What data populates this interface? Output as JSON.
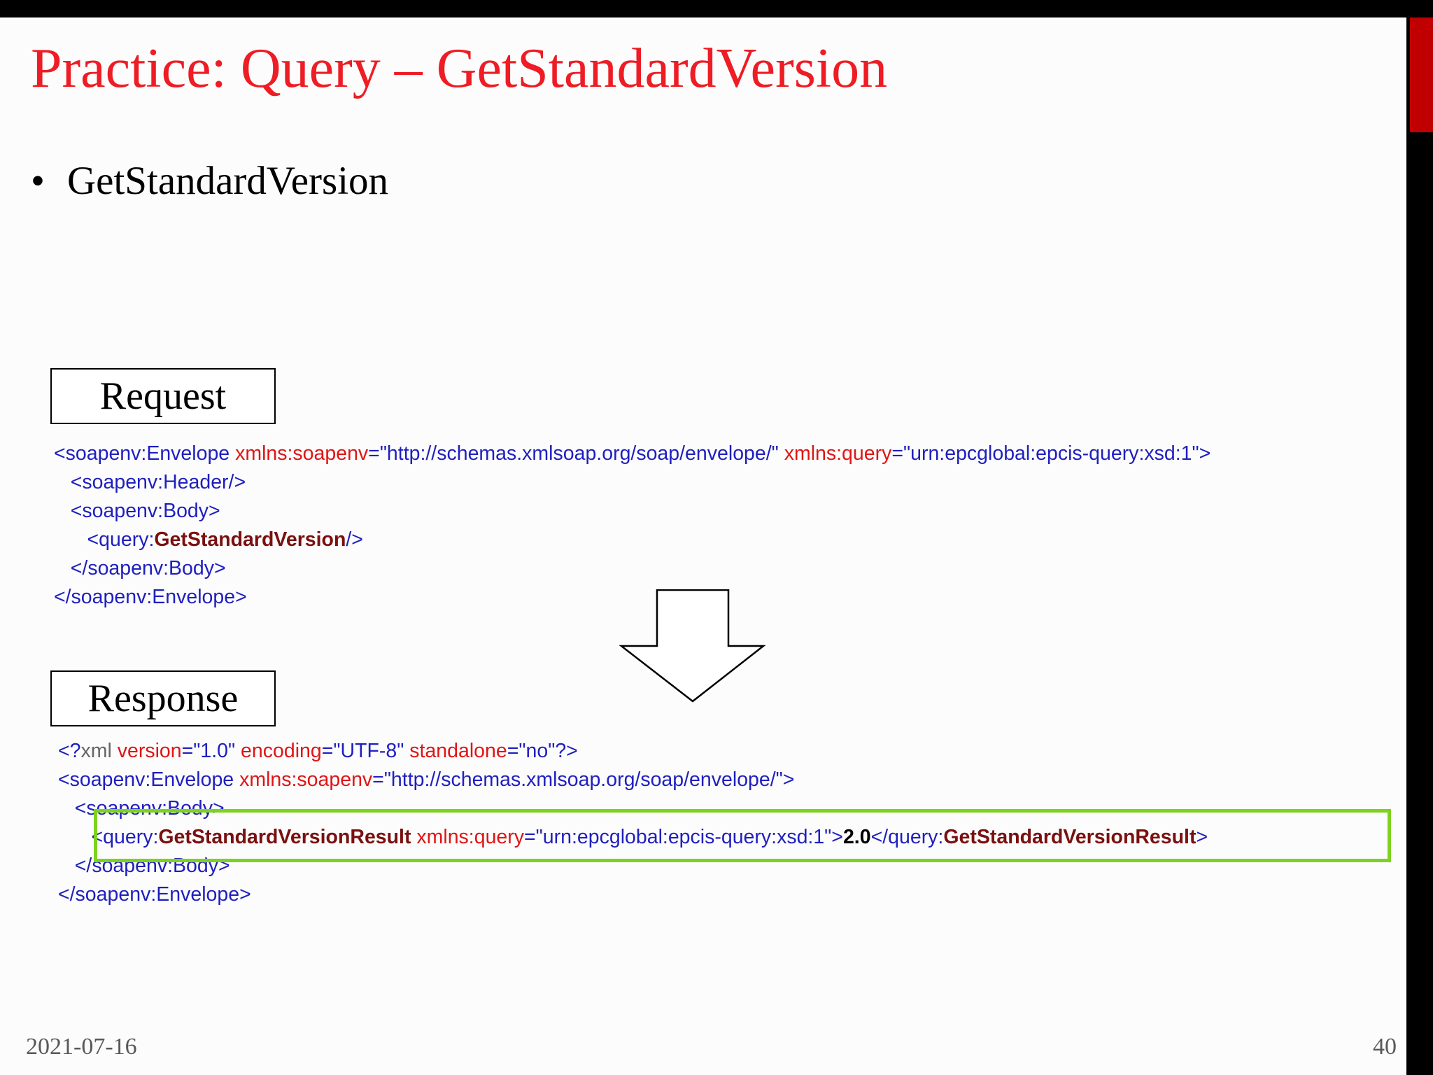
{
  "slide": {
    "title": "Practice: Query – GetStandardVersion",
    "bullet": "GetStandardVersion",
    "request_label": "Request",
    "response_label": "Response",
    "date": "2021-07-16",
    "page_number": "40"
  },
  "request_code": [
    [
      {
        "t": "<soapenv:Envelope ",
        "c": "b"
      },
      {
        "t": "xmlns:soapenv",
        "c": "r"
      },
      {
        "t": "=\"http://schemas.xmlsoap.org/soap/envelope/\" ",
        "c": "b"
      },
      {
        "t": "xmlns:query",
        "c": "r"
      },
      {
        "t": "=\"urn:epcglobal:epcis-query:xsd:1\">",
        "c": "b"
      }
    ],
    [
      {
        "t": "   <soapenv:Header/>",
        "c": "b"
      }
    ],
    [
      {
        "t": "   <soapenv:Body>",
        "c": "b"
      }
    ],
    [
      {
        "t": "      <query:",
        "c": "b"
      },
      {
        "t": "GetStandardVersion",
        "c": "m"
      },
      {
        "t": "/>",
        "c": "b"
      }
    ],
    [
      {
        "t": "   </soapenv:Body>",
        "c": "b"
      }
    ],
    [
      {
        "t": "</soapenv:Envelope>",
        "c": "b"
      }
    ]
  ],
  "response_code": [
    [
      {
        "t": "<?",
        "c": "b"
      },
      {
        "t": "xml ",
        "c": "g"
      },
      {
        "t": "version",
        "c": "r"
      },
      {
        "t": "=\"1.0\" ",
        "c": "b"
      },
      {
        "t": "encoding",
        "c": "r"
      },
      {
        "t": "=\"UTF-8\" ",
        "c": "b"
      },
      {
        "t": "standalone",
        "c": "r"
      },
      {
        "t": "=\"no\"?>",
        "c": "b"
      }
    ],
    [
      {
        "t": "<soapenv:Envelope ",
        "c": "b"
      },
      {
        "t": "xmlns:soapenv",
        "c": "r"
      },
      {
        "t": "=\"http://schemas.xmlsoap.org/soap/envelope/\">",
        "c": "b"
      }
    ],
    [
      {
        "t": "   <soapenv:Body>",
        "c": "b"
      }
    ],
    [
      {
        "t": "      <query:",
        "c": "b"
      },
      {
        "t": "GetStandardVersionResult",
        "c": "m"
      },
      {
        "t": " xmlns:query",
        "c": "r"
      },
      {
        "t": "=\"urn:epcglobal:epcis-query:xsd:1\">",
        "c": "b"
      },
      {
        "t": "2.0",
        "c": "k"
      },
      {
        "t": "</query:",
        "c": "b"
      },
      {
        "t": "GetStandardVersionResult",
        "c": "m"
      },
      {
        "t": ">",
        "c": "b"
      }
    ],
    [
      {
        "t": "   </soapenv:Body>",
        "c": "b"
      }
    ],
    [
      {
        "t": "</soapenv:Envelope>",
        "c": "b"
      }
    ]
  ],
  "colors": {
    "title": "#ee1c24",
    "code_tag": "#1f1fbf",
    "code_attr": "#e01515",
    "code_name": "#7a1010",
    "highlight": "#7dd21e",
    "accent_bar": "#c00000"
  }
}
